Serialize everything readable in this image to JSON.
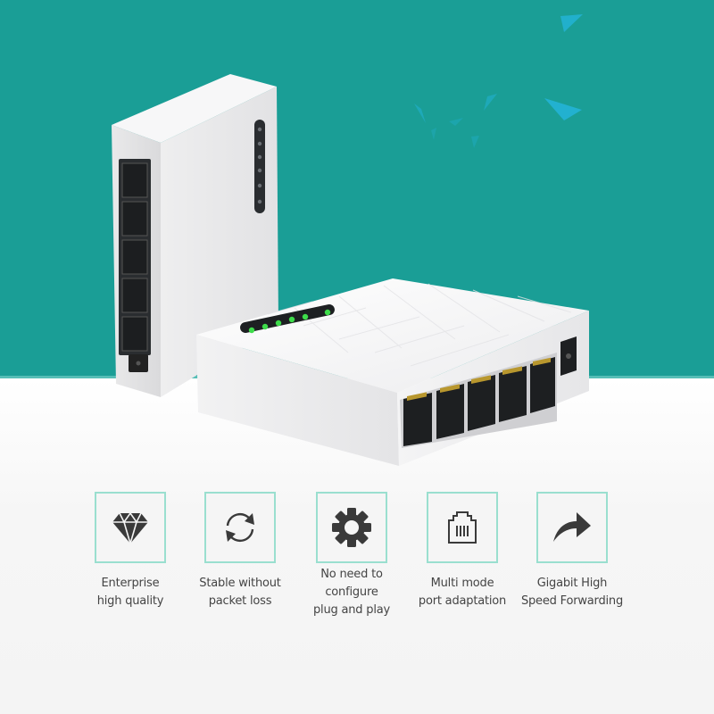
{
  "colors": {
    "background_top": "#1a9e96",
    "background_bottom": "#f5f5f5",
    "box_border": "#9adfcf",
    "icon": "#3a3a3a",
    "label": "#444444",
    "led": "#3ddc4a",
    "shard": "#23b3d6"
  },
  "product": {
    "name": "5-port network switch",
    "ports_visible": 5,
    "led_count": 6
  },
  "features": [
    {
      "icon": "diamond-icon",
      "lines": [
        "Enterprise",
        "high quality"
      ]
    },
    {
      "icon": "refresh-icon",
      "lines": [
        "Stable without",
        "packet loss"
      ]
    },
    {
      "icon": "gear-icon",
      "lines": [
        "No need to",
        "configure",
        "plug and play"
      ]
    },
    {
      "icon": "ethernet-port-icon",
      "lines": [
        "Multi mode",
        "port adaptation"
      ]
    },
    {
      "icon": "forward-arrow-icon",
      "lines": [
        "Gigabit High",
        "Speed Forwarding"
      ]
    }
  ]
}
